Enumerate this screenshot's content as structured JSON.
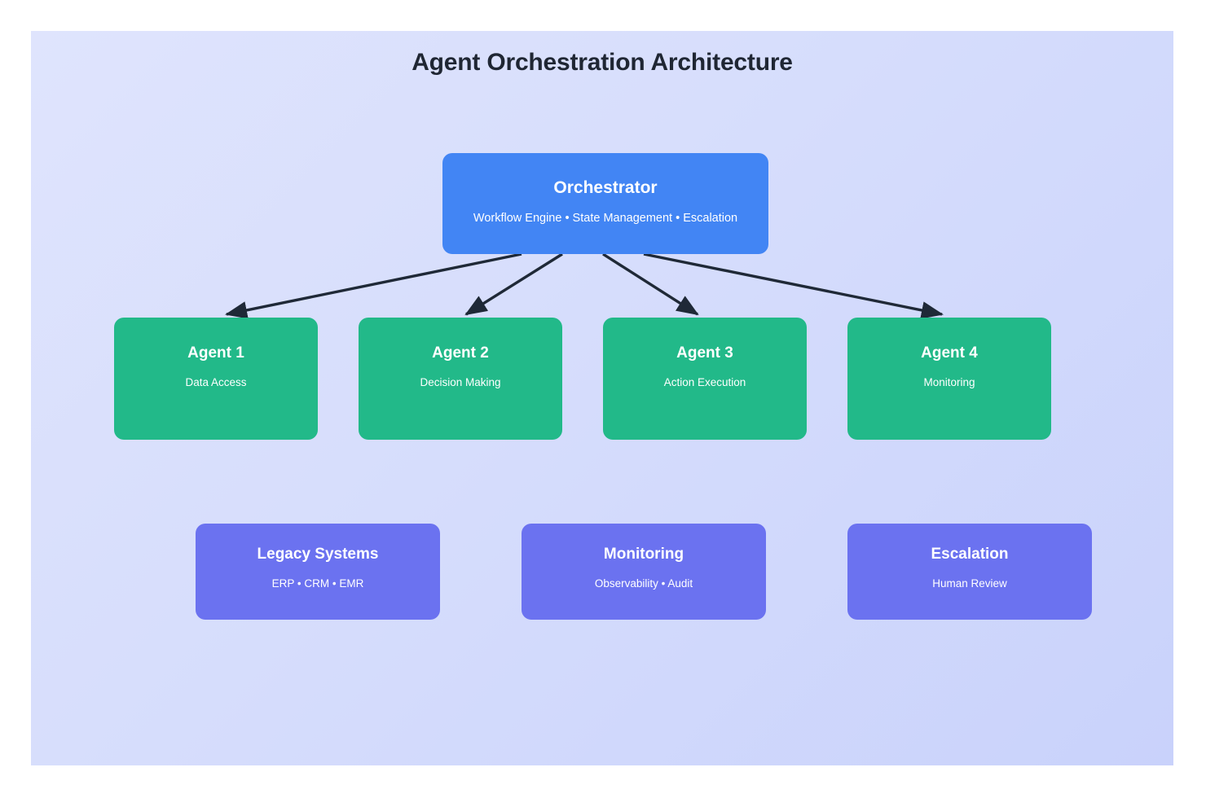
{
  "diagram": {
    "title": "Agent Orchestration Architecture",
    "background_color": "#d8dffc",
    "page_background": "#ffffff"
  },
  "orchestrator": {
    "title": "Orchestrator",
    "subtitle": "Workflow Engine • State Management • Escalation",
    "color": "#4285f4"
  },
  "agents": {
    "color": "#22b989",
    "items": [
      {
        "title": "Agent 1",
        "subtitle": "Data Access"
      },
      {
        "title": "Agent 2",
        "subtitle": "Decision Making"
      },
      {
        "title": "Agent 3",
        "subtitle": "Action Execution"
      },
      {
        "title": "Agent 4",
        "subtitle": "Monitoring"
      }
    ]
  },
  "support": {
    "color": "#6b72f0",
    "items": [
      {
        "title": "Legacy Systems",
        "subtitle": "ERP • CRM • EMR"
      },
      {
        "title": "Monitoring",
        "subtitle": "Observability • Audit"
      },
      {
        "title": "Escalation",
        "subtitle": "Human Review"
      }
    ]
  },
  "connections": {
    "color": "#1f2937",
    "edges": [
      {
        "from": "Orchestrator",
        "to": "Agent 1"
      },
      {
        "from": "Orchestrator",
        "to": "Agent 2"
      },
      {
        "from": "Orchestrator",
        "to": "Agent 3"
      },
      {
        "from": "Orchestrator",
        "to": "Agent 4"
      }
    ]
  }
}
